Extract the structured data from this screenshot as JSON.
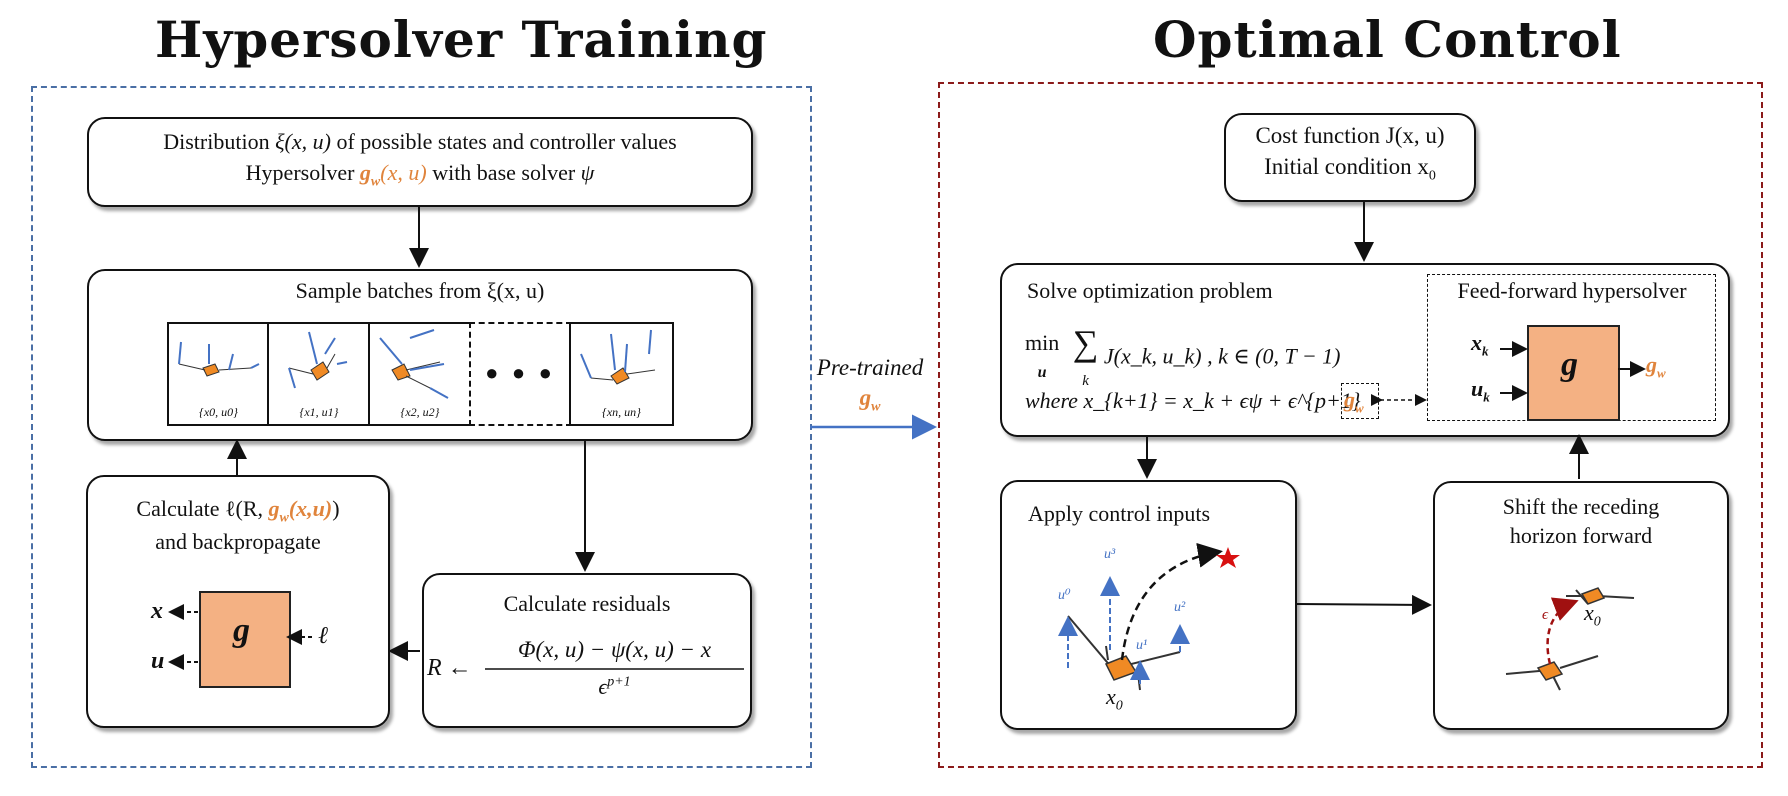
{
  "left": {
    "title": "Hypersolver Training",
    "frame_color": "#4a6fa5",
    "box1_line1_a": "Distribution",
    "box1_line1_b": "ξ(x, u)",
    "box1_line1_c": "of possible states and controller values",
    "box1_line2_a": "Hypersolver",
    "box1_line2_g": "g",
    "box1_line2_gsub": "w",
    "box1_line2_args": "(x, u)",
    "box1_line2_c": "with base solver",
    "box1_line2_psi": "ψ",
    "sample_title": "Sample batches from ξ(x, u)",
    "thumb_labels": [
      "{x0, u0}",
      "{x1, u1}",
      "{x2, u2}",
      "{xn, un}"
    ],
    "ellipsis": "● ● ●",
    "calc_loss_line1_a": "Calculate ℓ(R,",
    "calc_loss_g": "g",
    "calc_loss_gsub": "w",
    "calc_loss_args": "(x,u)",
    "calc_loss_close": ")",
    "calc_loss_line2": "and backpropagate",
    "g_letter": "g",
    "out_x": "x",
    "out_u": "u",
    "in_l": "ℓ",
    "residual_title": "Calculate residuals",
    "residual_lhs": "R ←",
    "residual_num": "Φ(x, u) − ψ(x, u) − x",
    "residual_den": "ϵ",
    "residual_den_exp": "p+1"
  },
  "middle": {
    "label_line1": "Pre-trained",
    "label_g": "g",
    "label_gsub": "w",
    "arrow_color": "#4472c4"
  },
  "right": {
    "title": "Optimal Control",
    "frame_color": "#8b1a1a",
    "cost_line1": "Cost function J(x, u)",
    "cost_line2": "Initial condition x",
    "cost_line2_sub": "0",
    "solve_title": "Solve optimization problem",
    "solve_min": "min",
    "solve_min_sub": "u",
    "solve_sum": "∑",
    "solve_sum_sub": "k",
    "solve_expr": "J(x_k, u_k) , k ∈ (0, T − 1)",
    "solve_where": "where x_{k+1} = x_k + ϵψ + ϵ^{p+1}",
    "solve_where_g": "g",
    "solve_where_gsub": "w",
    "ff_title": "Feed-forward hypersolver",
    "ff_in_x": "x",
    "ff_in_xsub": "k",
    "ff_in_u": "u",
    "ff_in_usub": "k",
    "ff_g": "g",
    "ff_out_g": "g",
    "ff_out_gsub": "w",
    "apply_title": "Apply control inputs",
    "apply_labels": [
      "u⁰",
      "u³",
      "u²",
      "u¹"
    ],
    "apply_x0": "x",
    "apply_x0_sub": "0",
    "shift_line1": "Shift the receding",
    "shift_line2": "horizon forward",
    "shift_eps": "ϵ",
    "shift_x0": "x",
    "shift_x0_sub": "0"
  },
  "colors": {
    "orange_text": "#e0843c",
    "g_fill": "#f4b183",
    "drone_fill": "#f08a24",
    "control_arrow": "#4472c4",
    "eps_arrow": "#a01010",
    "star": "#d81010"
  }
}
